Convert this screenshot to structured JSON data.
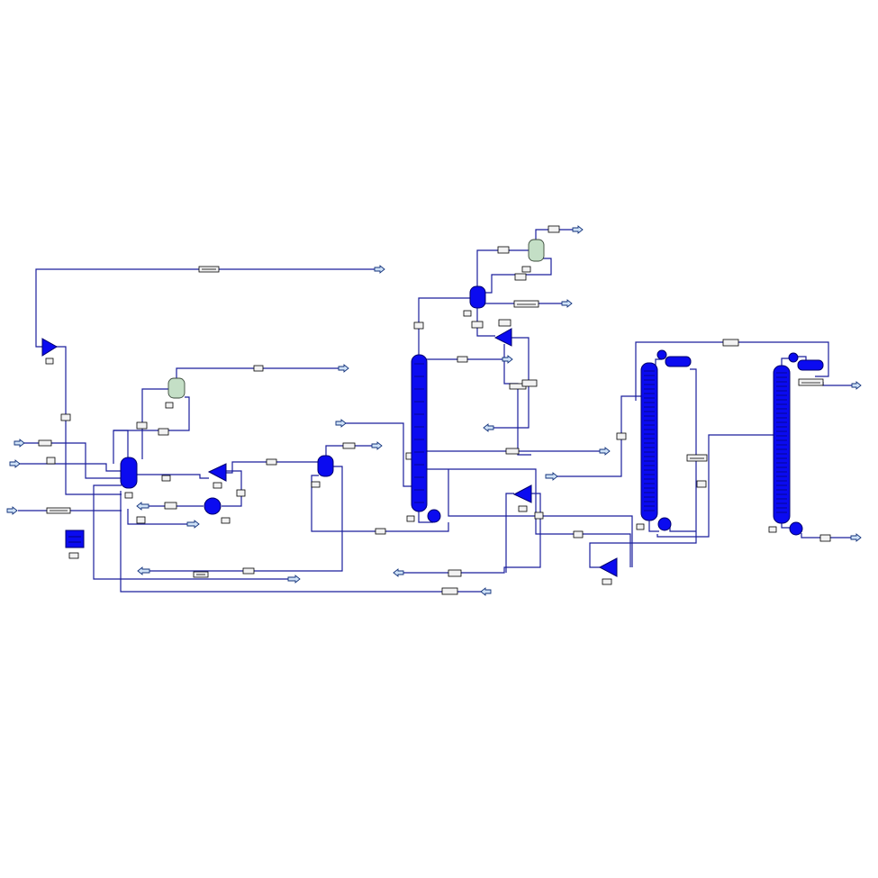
{
  "colors": {
    "pipe": "#1a1f9c",
    "unit_fill": "#0b0bf0",
    "unit_stroke": "#00006e",
    "green_vessel": "#c4dfc6",
    "stream_arrow": "#cfe2f7",
    "tag_fill": "#f2f2f2"
  },
  "icons": {
    "feed_arrow": "stream-arrow-icon",
    "product_arrow": "stream-arrow-icon",
    "compressor": "compressor-triangle-icon",
    "column": "distillation-column-icon",
    "drum": "flash-drum-icon",
    "pump": "pump-icon",
    "reactor": "reactor-icon",
    "heater": "heat-exchanger-icon",
    "stream_tag": "stream-table-icon",
    "unit_tag": "unit-label-icon"
  },
  "diagram": {
    "type": "process-flowsheet",
    "units": [
      {
        "id": "compressor-1",
        "kind": "compressor"
      },
      {
        "id": "reactor-1",
        "kind": "reactor"
      },
      {
        "id": "drum-green-1",
        "kind": "vessel"
      },
      {
        "id": "compressor-2",
        "kind": "compressor"
      },
      {
        "id": "pump-1",
        "kind": "pump"
      },
      {
        "id": "drum-1",
        "kind": "flash-drum"
      },
      {
        "id": "column-1",
        "kind": "column"
      },
      {
        "id": "drum-2",
        "kind": "flash-drum"
      },
      {
        "id": "drum-green-2",
        "kind": "vessel"
      },
      {
        "id": "compressor-3",
        "kind": "compressor"
      },
      {
        "id": "compressor-4",
        "kind": "compressor"
      },
      {
        "id": "column-2",
        "kind": "column"
      },
      {
        "id": "column-3",
        "kind": "column"
      },
      {
        "id": "compressor-5",
        "kind": "compressor"
      },
      {
        "id": "block-1",
        "kind": "block"
      }
    ]
  }
}
